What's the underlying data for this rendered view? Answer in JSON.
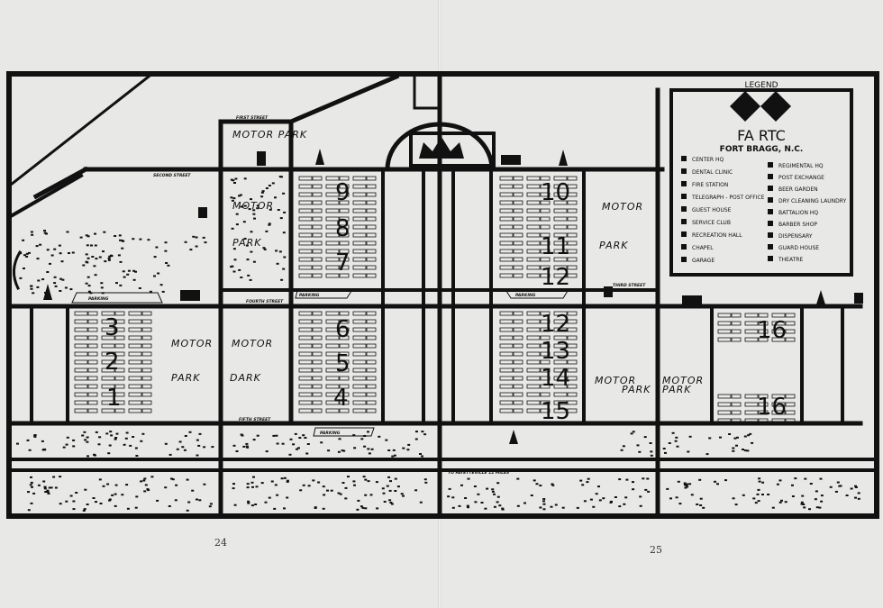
{
  "legend": {
    "heading": "LEGEND",
    "title": "FA RTC",
    "subtitle": "FORT BRAGG, N.C.",
    "items_left": [
      "CENTER HQ",
      "DENTAL CLINIC",
      "FIRE STATION",
      "TELEGRAPH - POST OFFICE",
      "GUEST HOUSE",
      "SERVICE CLUB",
      "RECREATION HALL",
      "CHAPEL",
      "GARAGE"
    ],
    "items_right": [
      "REGIMENTAL HQ",
      "POST EXCHANGE",
      "BEER GARDEN",
      "DRY CLEANING LAUNDRY",
      "BATTALION HQ",
      "BARBER SHOP",
      "DISPENSARY",
      "GUARD HOUSE",
      "THEATRE"
    ]
  },
  "streets": {
    "first": "FIRST STREET",
    "second": "SECOND STREET",
    "third": "THIRD STREET",
    "fourth": "FOURTH STREET",
    "fifth": "FIFTH STREET",
    "road": "TO FAYETTEVILLE 12 MILES"
  },
  "motor_park": {
    "motor": "MOTOR",
    "park": "PARK",
    "dark": "DARK",
    "full": "MOTOR PARK"
  },
  "parking": "PARKING",
  "regiments": [
    "1",
    "2",
    "3",
    "4",
    "5",
    "6",
    "7",
    "8",
    "9",
    "10",
    "11",
    "12",
    "12",
    "13",
    "14",
    "15",
    "16",
    "16"
  ],
  "pages": {
    "left": "24",
    "right": "25"
  },
  "colors": {
    "ink": "#111111",
    "paper": "#e8e8e6"
  }
}
